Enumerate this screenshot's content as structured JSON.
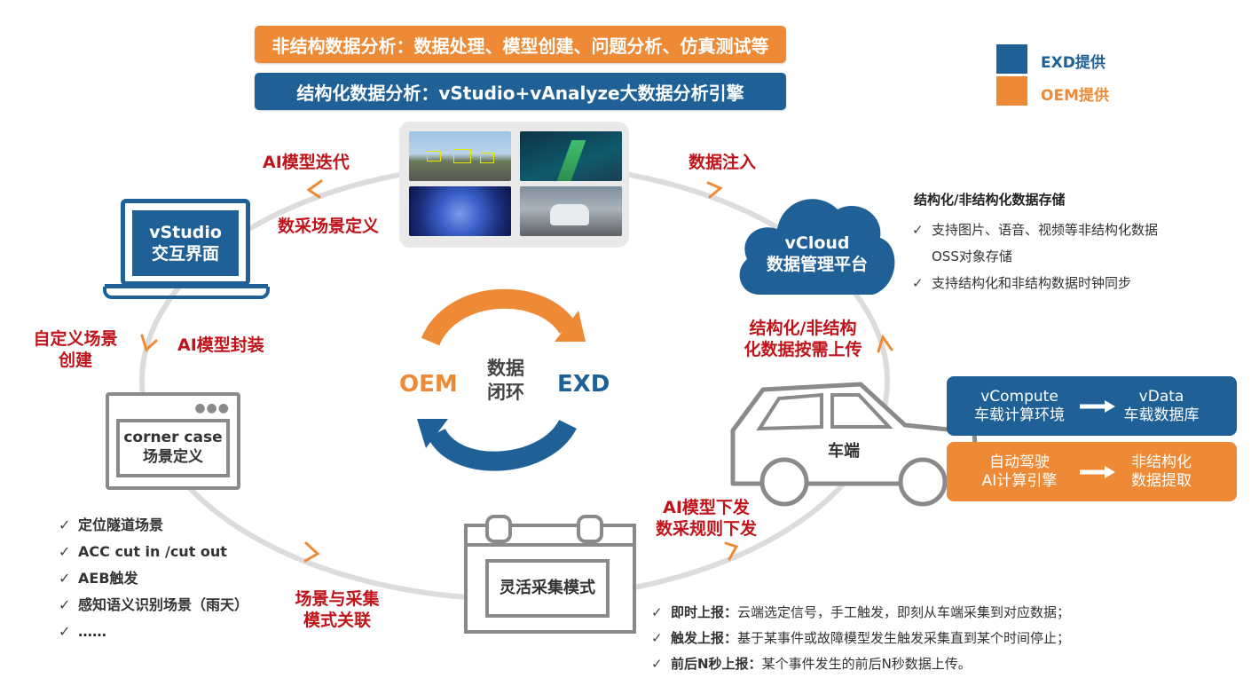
{
  "banners": {
    "unstructured": "非结构数据分析：数据处理、模型创建、问题分析、仿真测试等",
    "structured": "结构化数据分析：vStudio+vAnalyze大数据分析引擎"
  },
  "legend": {
    "exd_label": "EXD提供",
    "oem_label": "OEM提供",
    "exd_color": "#1F6197",
    "oem_color": "#EE8A35"
  },
  "labels": {
    "ai_model_iterate": "AI模型迭代",
    "scene_def": "数采场景定义",
    "data_inject": "数据注入",
    "custom_scene_1": "自定义场景",
    "custom_scene_2": "创建",
    "ai_model_pack": "AI模型封装",
    "upload_1": "结构化/非结构",
    "upload_2": "化数据按需上传",
    "ai_model_deploy_1": "AI模型下发",
    "ai_model_deploy_2": "数采规则下发",
    "assoc_1": "场景与采集",
    "assoc_2": "模式关联"
  },
  "laptop": {
    "line1": "vStudio",
    "line2": "交互界面"
  },
  "corner_case": {
    "line1": "corner case",
    "line2": "场景定义"
  },
  "calendar": {
    "label": "灵活采集模式"
  },
  "cloud": {
    "line1": "vCloud",
    "line2": "数据管理平台"
  },
  "center": {
    "oem": "OEM",
    "exd": "EXD",
    "line1": "数据",
    "line2": "闭环"
  },
  "car": {
    "label": "车端"
  },
  "storage": {
    "title": "结构化/非结构化数据存储",
    "items": [
      "支持图片、语音、视频等非结构化数据",
      "OSS对象存储",
      "支持结构化和非结构数据时钟同步"
    ]
  },
  "vehicle_blue": {
    "left_1": "vCompute",
    "left_2": "车载计算环境",
    "right_1": "vData",
    "right_2": "车载数据库"
  },
  "vehicle_orange": {
    "left_1": "自动驾驶",
    "left_2": "AI计算引擎",
    "right_1": "非结构化",
    "right_2": "数据提取"
  },
  "scene_list": [
    "定位隧道场景",
    "ACC cut in /cut out",
    "AEB触发",
    "感知语义识别场景（雨天）",
    "……"
  ],
  "report_list": [
    {
      "title": "即时上报：",
      "text": "云端选定信号，手工触发，即刻从车端采集到对应数据；"
    },
    {
      "title": "触发上报：",
      "text": "基于某事件或故障模型发生触发采集直到某个时间停止；"
    },
    {
      "title": "前后N秒上报：",
      "text": "某个事件发生的前后N秒数据上传。"
    }
  ]
}
